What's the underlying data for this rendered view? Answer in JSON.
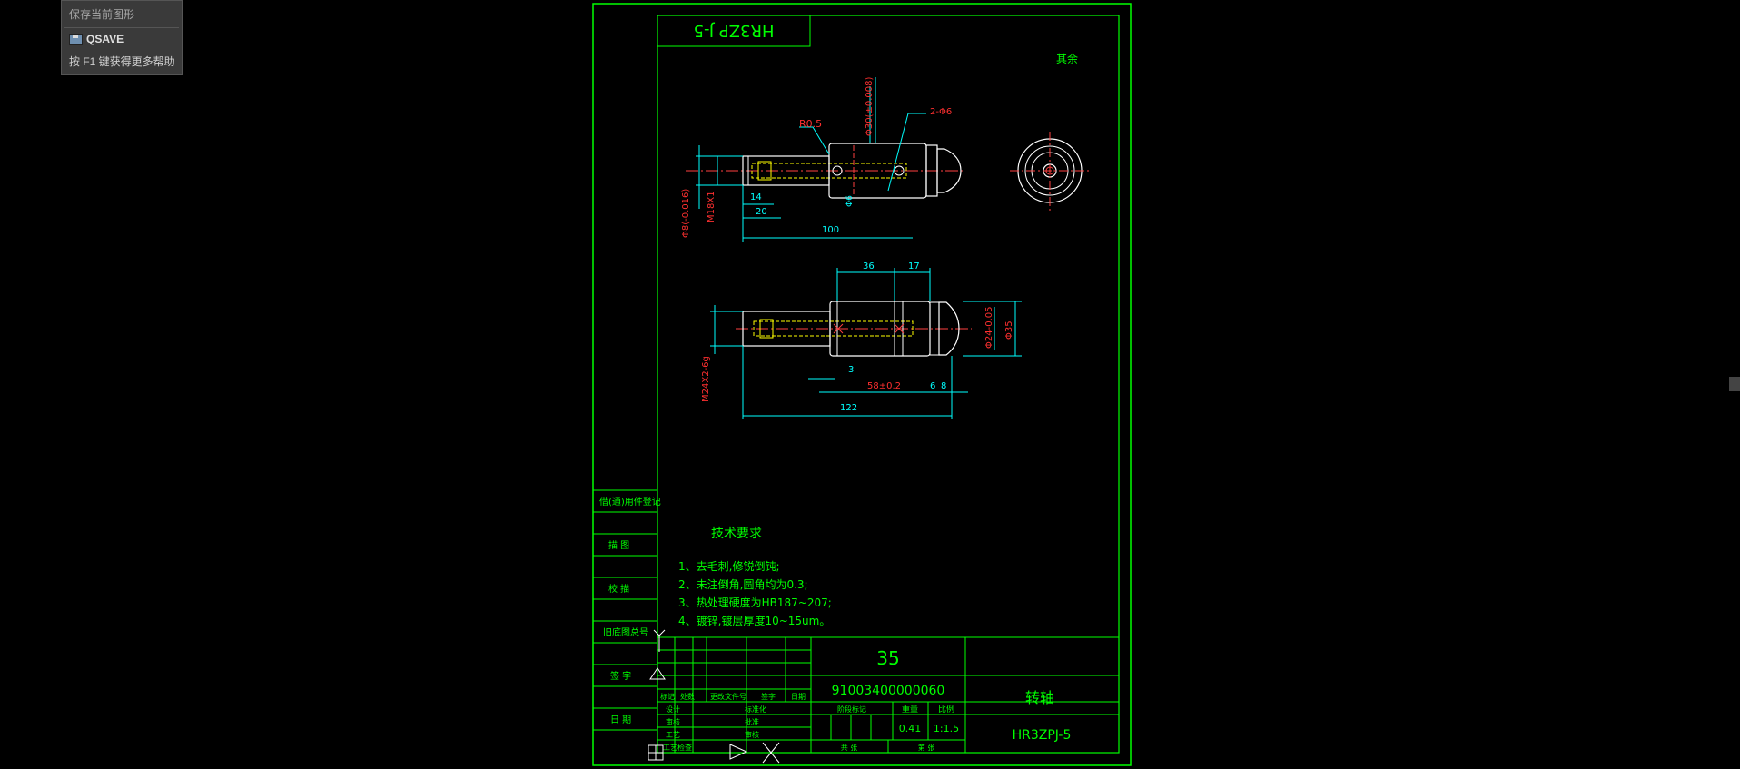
{
  "tooltip": {
    "title": "保存当前图形",
    "command": "QSAVE",
    "command_icon": "save-disk-icon",
    "help": "按 F1 键获得更多帮助"
  },
  "drawing": {
    "colors": {
      "border": "#00ff00",
      "dim": "#00ffff",
      "text_red": "#ff3030",
      "part": "#ffffff",
      "hidden": "#ffff00",
      "center": "#ff4040"
    },
    "stamp": "HR3ZP J-5",
    "remainder_note": "其余",
    "top_view_dims": {
      "r_fillet": "R0.5",
      "diam_main": "Φ30(±0.008)",
      "holes": "2-Φ6",
      "d14": "14",
      "d20": "20",
      "d100": "100",
      "thread": "M18X1",
      "diam_left": "Φ8(-0.016)",
      "diam_small": "Φ6"
    },
    "bottom_view_dims": {
      "d36": "36",
      "d17": "17",
      "d3": "3",
      "d58": "58±0.2",
      "d6": "6",
      "d8": "8",
      "d122": "122",
      "thread": "M24X2-6g",
      "diam_a": "Φ24-0.05",
      "diam_b": "Φ35"
    },
    "tech": {
      "title": "技术要求",
      "items": [
        "1、去毛刺,修锐倒钝;",
        "2、未注倒角,圆角均为0.3;",
        "3、热处理硬度为HB187~207;",
        "4、镀锌,镀层厚度10~15um。"
      ]
    },
    "side_labels": [
      "借(通)用件登记",
      "描 图",
      "校 描",
      "旧底图总号",
      "签 字",
      "日 期"
    ],
    "title_block": {
      "material": "35",
      "code": "91003400000060",
      "part_name": "转轴",
      "drawing_no": "HR3ZPJ-5",
      "weight_label": "重量",
      "weight": "0.41",
      "scale_label": "比例",
      "scale": "1:1.5",
      "stage_label": "阶段标记",
      "sheet_total": "共 张",
      "sheet_no": "第 张",
      "rev_headers": [
        "标记",
        "处数",
        "更改文件号",
        "签字",
        "日期"
      ],
      "people": [
        "设计",
        "审核",
        "工艺",
        "标准化",
        "批准",
        "审核",
        "工艺检查"
      ]
    }
  }
}
